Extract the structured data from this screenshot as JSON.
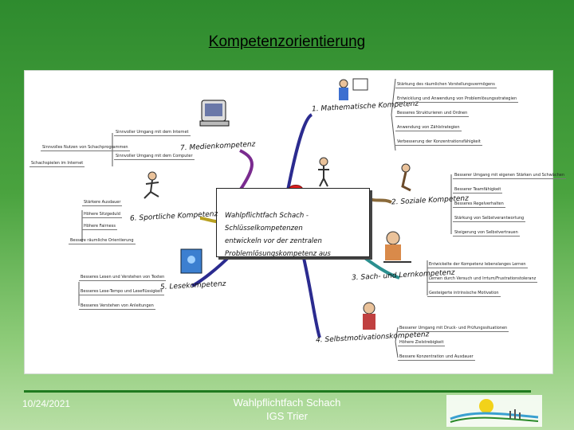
{
  "slide": {
    "title": "Kompetenzorientierung",
    "footer_date": "10/24/2021",
    "footer_line1": "Wahlpflichtfach Schach",
    "footer_line2": "IGS Trier"
  },
  "mindmap": {
    "center_line1": "Wahlpflichtfach Schach - Schlüsselkompetenzen",
    "center_line2": "entwickeln vor der zentralen Problemlösungskompetenz aus",
    "branches": [
      {
        "label": "1. Mathematische Kompetenz",
        "color": "#2b2b8f",
        "leaves": [
          "Stärkung des räumlichen Vorstellungsvermögens",
          "Entwicklung und Anwendung von Problemlösungsstrategien",
          "Besseres Strukturieren und Ordnen",
          "Anwendung von Zählstrategien",
          "Verbesserung der Konzentrationsfähigkeit"
        ]
      },
      {
        "label": "2. Soziale Kompetenz",
        "color": "#8a6a3a",
        "leaves": [
          "Besserer Umgang mit eigenen Stärken und Schwächen",
          "Besserer Teamfähigkeit",
          "Besseres Regelverhalten",
          "Stärkung von Selbstverantwortung",
          "Steigerung von Selbstvertrauen"
        ]
      },
      {
        "label": "3. Sach- und Lernkompetenz",
        "color": "#2b8f8f",
        "leaves": [
          "Entwickelte der Kompetenz lebenslanges Lernen",
          "Lernen durch Versuch und Irrtum/Frustrationstoleranz",
          "Gesteigerte intrinsische Motivation"
        ]
      },
      {
        "label": "4. Selbstmotivationskompetenz",
        "color": "#2b2b8f",
        "leaves": [
          "Besserer Umgang mit Druck- und Prüfungssituationen",
          "Höhere Zielstrebigkeit",
          "Bessere Konzentration und Ausdauer"
        ]
      },
      {
        "label": "5. Lesekompetenz",
        "color": "#2b2b8f",
        "leaves": [
          "Besseres Lesen und Verstehen von Texten",
          "Besseres Lese-Tempo und Leseflüssigkeit",
          "Besseres Verstehen von Anleitungen"
        ]
      },
      {
        "label": "6. Sportliche Kompetenz",
        "color": "#b8a020",
        "leaves": [
          "Stärkere Ausdauer",
          "Höhere Sitzgeduld",
          "Höhere Fairness",
          "Bessere räumliche Orientierung"
        ]
      },
      {
        "label": "7. Medienkompetenz",
        "color": "#7a2b8f",
        "leaves": [
          "Sinnvoller Umgang mit dem Internet",
          "Sinnvoller Umgang mit dem Computer",
          "Sinnvolles Nutzen von Schachprogrammen",
          "Schachspielen im Internet"
        ]
      }
    ]
  },
  "colors": {
    "background": "#4aa33f",
    "footer_line": "#1f7a1f"
  }
}
